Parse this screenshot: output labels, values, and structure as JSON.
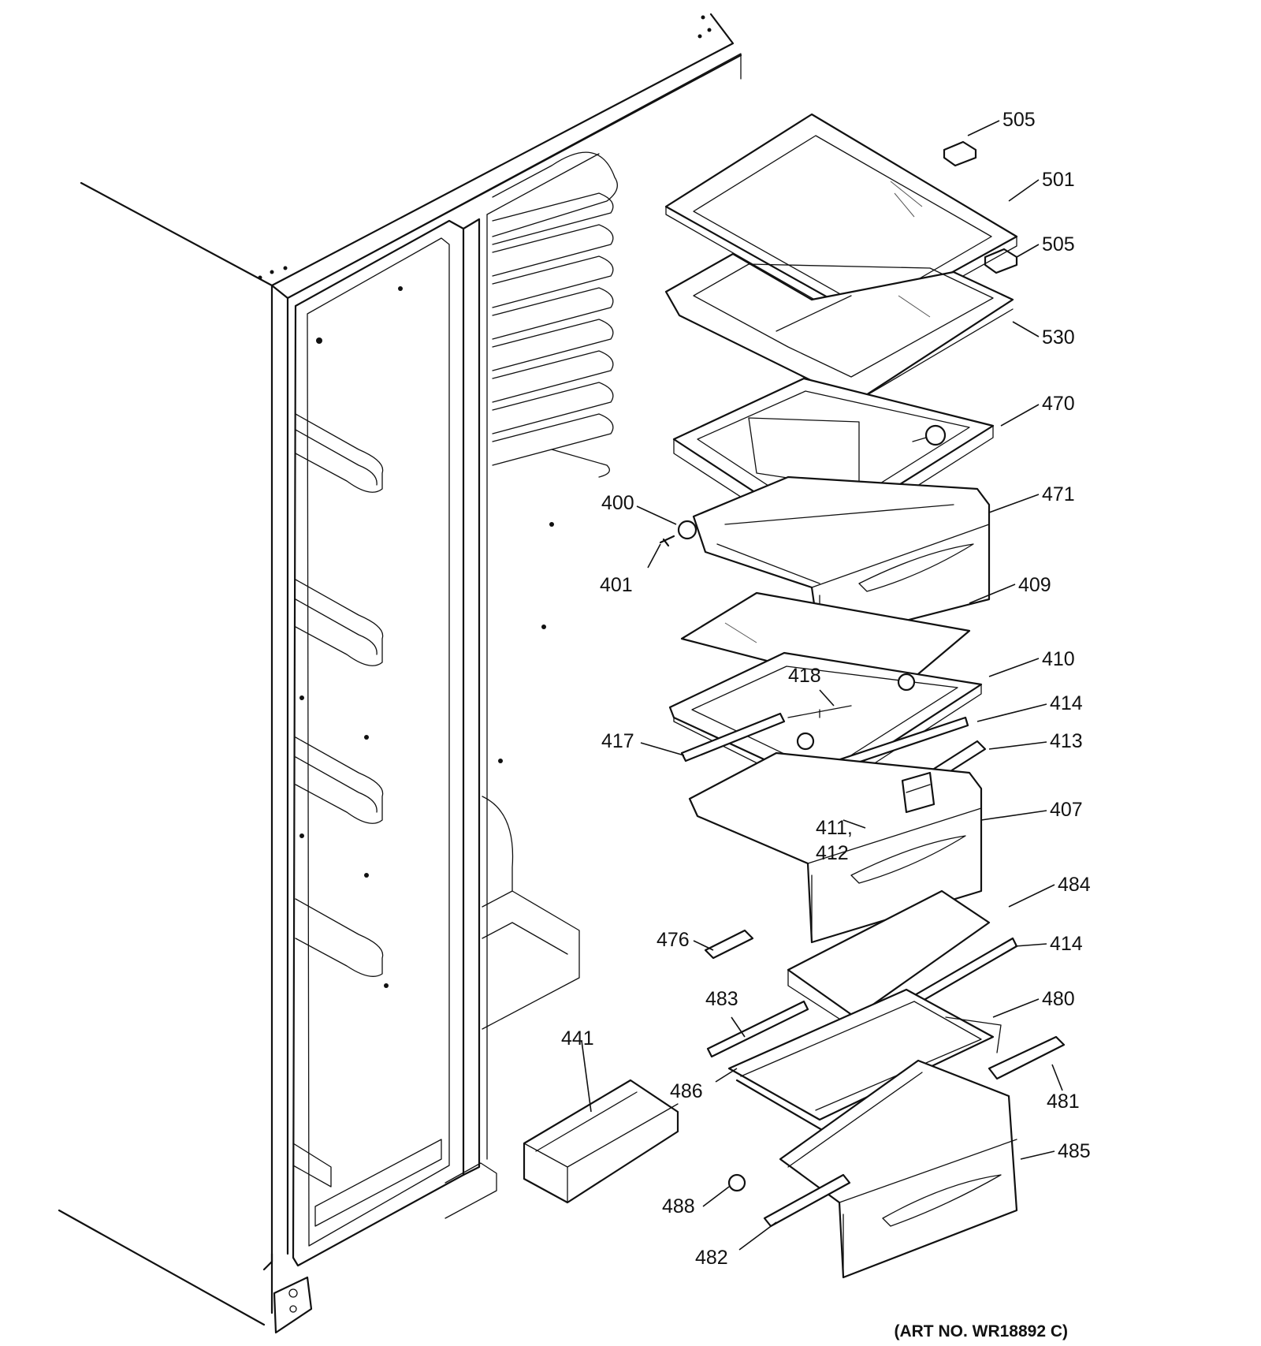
{
  "diagram": {
    "callouts": [
      "505",
      "501",
      "505",
      "530",
      "470",
      "471",
      "400",
      "401",
      "409",
      "410",
      "418",
      "414",
      "413",
      "417",
      "407",
      "411,",
      "412",
      "484",
      "414",
      "476",
      "480",
      "483",
      "441",
      "486",
      "481",
      "485",
      "488",
      "482"
    ],
    "art_number": "(ART NO. WR18892 C)"
  }
}
